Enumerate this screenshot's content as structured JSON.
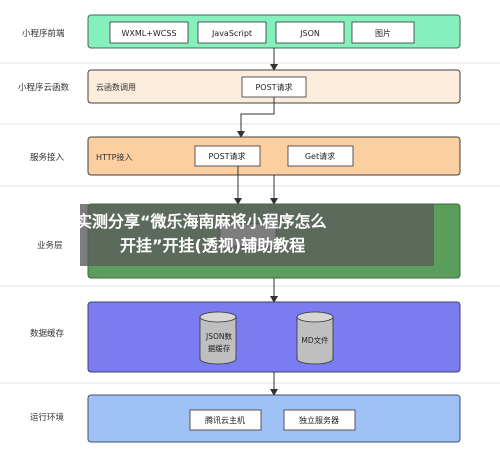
{
  "diagram": {
    "lanes": [
      {
        "id": "frontend",
        "label": "小程序前端",
        "layer_label": "",
        "fill": "#86f0bd",
        "stroke": "#3f6b58",
        "boxes": [
          "WXML+WCSS",
          "JavaScript",
          "JSON",
          "图片"
        ]
      },
      {
        "id": "cloud",
        "label": "小程序云函数",
        "layer_label": "云函数调用",
        "fill": "#fcecdc",
        "stroke": "#3f3f3f",
        "boxes": [
          "POST请求"
        ]
      },
      {
        "id": "access",
        "label": "服务接入",
        "layer_label": "HTTP接入",
        "fill": "#fbcf9f",
        "stroke": "#3f3f3f",
        "boxes": [
          "POST请求",
          "Get请求"
        ]
      },
      {
        "id": "business",
        "label": "业务层",
        "layer_label": "",
        "fill": "#5b9e5b",
        "stroke": "#3f6b3f",
        "boxes": []
      },
      {
        "id": "data",
        "label": "数据缓存",
        "layer_label": "",
        "fill": "#7b7cf1",
        "stroke": "#3f3f6b",
        "cylinders": [
          "JSON数据缓存",
          "MD文件"
        ]
      },
      {
        "id": "runtime",
        "label": "运行环境",
        "layer_label": "",
        "fill": "#9fc2f6",
        "stroke": "#3f4f6b",
        "boxes": [
          "腾讯云主机",
          "独立服务器"
        ]
      }
    ],
    "cylinder_lines": {
      "json_line1": "JSON数",
      "json_line2": "据缓存",
      "md": "MD文件"
    },
    "colors": {
      "arrow": "#333333",
      "box_fill": "#ffffff",
      "cylinder_fill": "#bfbfbf"
    }
  },
  "watermark": {
    "line1": "实测分享“微乐海南麻将小程序怎么",
    "line2": "开挂”开挂(透视)辅助教程"
  }
}
